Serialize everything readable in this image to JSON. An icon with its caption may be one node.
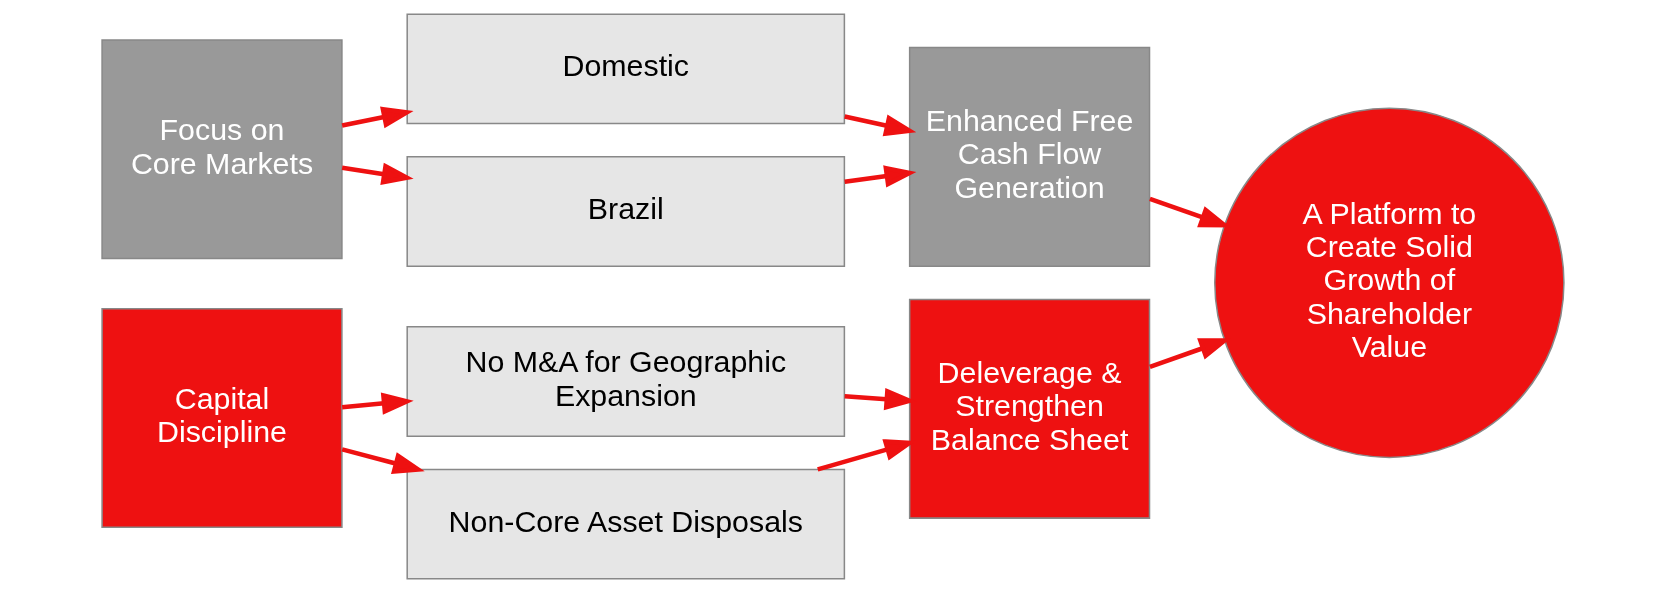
{
  "diagram": {
    "nodes": [
      {
        "text": [
          "Focus on Core Markets"
        ]
      },
      {
        "text": [
          "Domestic"
        ]
      },
      {
        "text": [
          "Brazil"
        ]
      },
      {
        "text": [
          "Enhanced Free Cash Flow Generation"
        ]
      },
      {
        "text": [
          "Capital Discipline"
        ]
      },
      {
        "text": [
          "No M&A for Geographic Expansion"
        ]
      },
      {
        "text": [
          "Non-Core Asset Disposals"
        ]
      },
      {
        "text": [
          "Deleverage & Strengthen Balance Sheet"
        ]
      },
      {
        "text": [
          "A Platform to Create Solid Growth of Shareholder Value"
        ]
      }
    ],
    "edges": [
      {
        "from": 0,
        "to": 1,
        "arrow": "to"
      },
      {
        "from": 0,
        "to": 2,
        "arrow": "to"
      },
      {
        "from": 1,
        "to": 3,
        "arrow": "to"
      },
      {
        "from": 2,
        "to": 3,
        "arrow": "to"
      },
      {
        "from": 4,
        "to": 5,
        "arrow": "to"
      },
      {
        "from": 4,
        "to": 6,
        "arrow": "to"
      },
      {
        "from": 5,
        "to": 7,
        "arrow": "to"
      },
      {
        "from": 6,
        "to": 7,
        "arrow": "to"
      },
      {
        "from": 3,
        "to": 8,
        "arrow": "to"
      },
      {
        "from": 7,
        "to": 8,
        "arrow": "to"
      }
    ]
  }
}
